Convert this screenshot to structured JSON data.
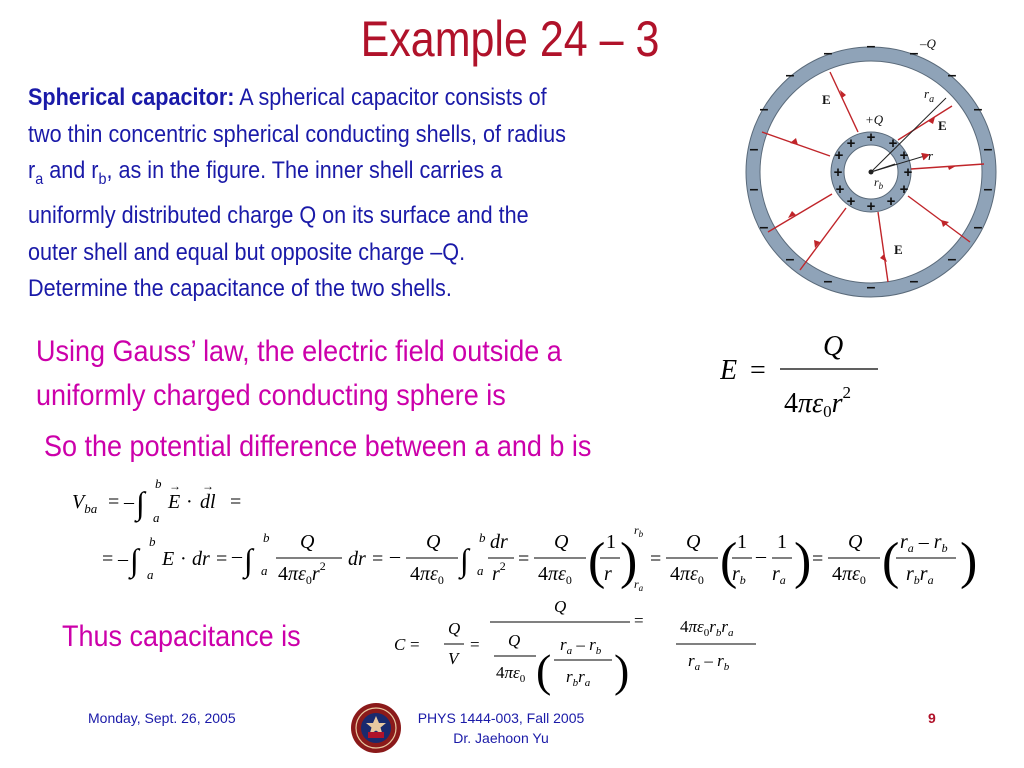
{
  "slide": {
    "title": "Example 24 – 3",
    "problem_lead": "Spherical capacitor:",
    "problem_line1": " A spherical capacitor consists of",
    "problem_line2": "two thin concentric spherical conducting shells, of radius",
    "problem_line3_a": "r",
    "problem_line3_sub_a": "a",
    "problem_line3_b": " and r",
    "problem_line3_sub_b": "b",
    "problem_line3_c": ", as in the figure.  The inner shell carries a",
    "problem_line4": "uniformly distributed charge Q on its surface and the",
    "problem_line5": "outer shell and equal but opposite charge –Q.",
    "problem_line6": "Determine the capacitance of the two shells.",
    "gauss_line1": "Using Gauss’ law, the electric field outside a",
    "gauss_line2": "uniformly charged conducting sphere is",
    "potential_text": "So the potential difference between a and b is",
    "capacitance_text": "Thus capacitance is"
  },
  "figure": {
    "outer_charge_label": "–Q",
    "inner_charge_label": "+Q",
    "ra_label": "r",
    "ra_sub": "a",
    "rb_label": "r",
    "rb_sub": "b",
    "r_label": "r",
    "field_label": "E",
    "shell_color": "#8fa3b8",
    "arrow_color": "#c0252a"
  },
  "footer": {
    "date": "Monday, Sept. 26, 2005",
    "course_line1": "PHYS 1444-003, Fall 2005",
    "course_line2": "Dr. Jaehoon Yu",
    "page_number": "9",
    "logo_icon": "university-seal-icon"
  }
}
